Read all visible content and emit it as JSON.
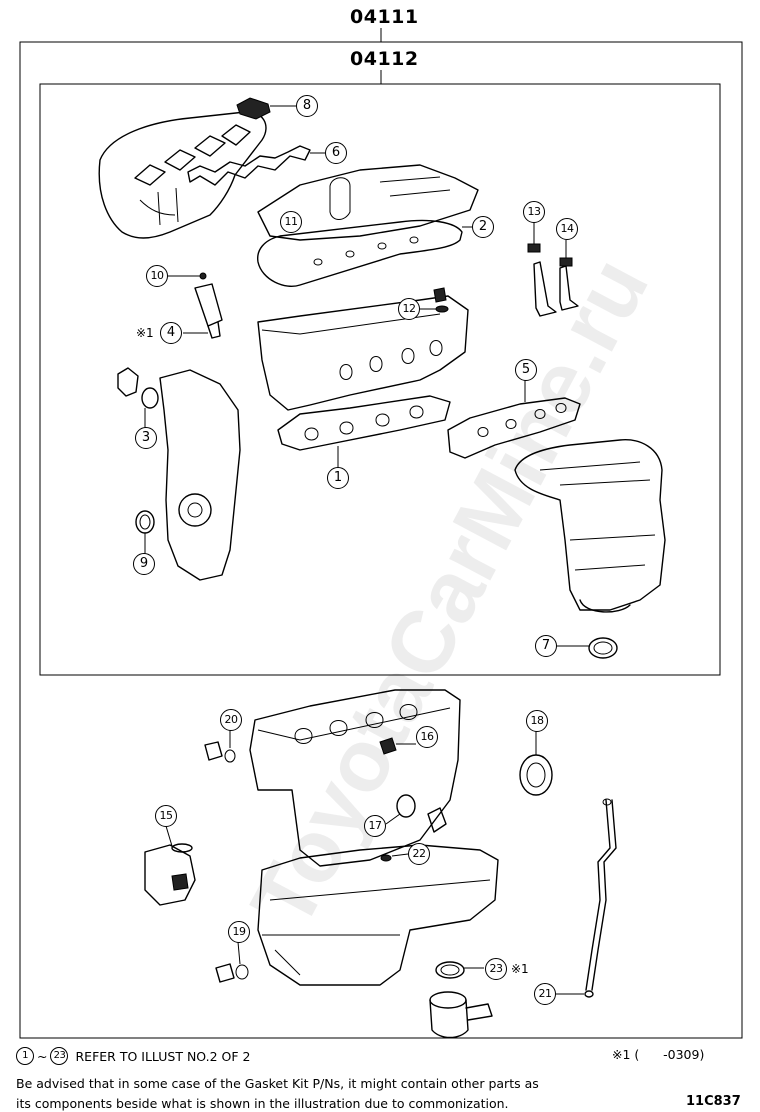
{
  "header": {
    "code_outer": "04111",
    "code_inner": "04112"
  },
  "watermark": "ToyotaCarMine.ru",
  "callouts": {
    "c1": "1",
    "c2": "2",
    "c3": "3",
    "c4": "4",
    "c5": "5",
    "c6": "6",
    "c7": "7",
    "c8": "8",
    "c9": "9",
    "c10": "10",
    "c11": "11",
    "c12": "12",
    "c13": "13",
    "c14": "14",
    "c15": "15",
    "c16": "16",
    "c17": "17",
    "c18": "18",
    "c19": "19",
    "c20": "20",
    "c21": "21",
    "c22": "22",
    "c23": "23"
  },
  "star_marks": {
    "star4": "※1",
    "star23": "※1"
  },
  "footer": {
    "range_from": "1",
    "range_sep": "~",
    "range_to": "23",
    "range_text": "REFER TO ILLUST NO.2 OF 2",
    "footnote": "※1 (      -0309)",
    "advice_line1": "Be advised that in some case of the Gasket Kit P/Ns,  it might contain other parts as",
    "advice_line2": "its components beside what is shown in the illustration due to commonization.",
    "figure_id": "11C837"
  }
}
